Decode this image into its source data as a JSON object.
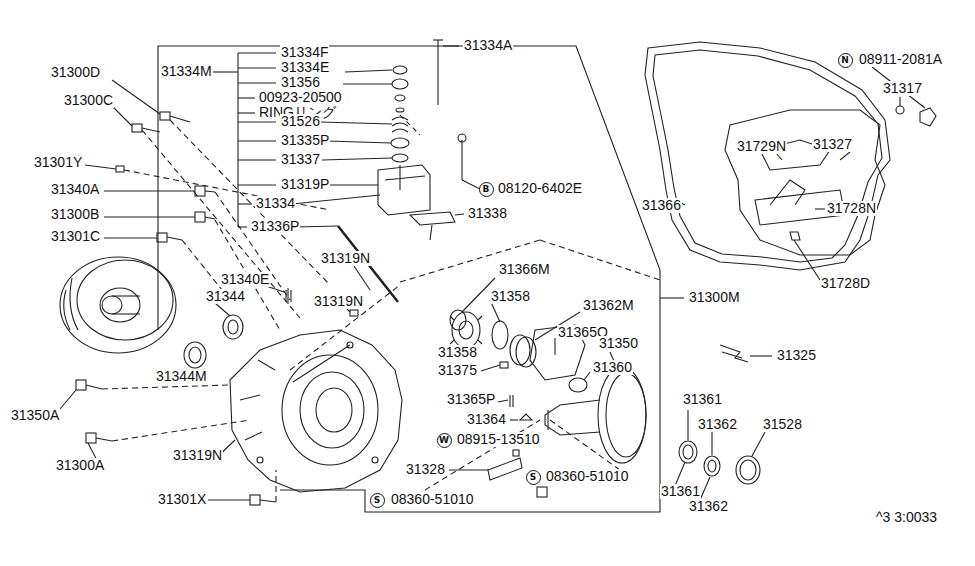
{
  "diagram": {
    "nodes": [
      {
        "text": [
          "N"
        ]
      },
      {
        "text": [
          "B"
        ]
      },
      {
        "text": [
          "W"
        ]
      },
      {
        "text": [
          "S"
        ]
      },
      {
        "text": [
          "S"
        ]
      }
    ],
    "labels": [
      "31334F",
      "31334M",
      "31334E",
      "31356",
      "00923-20500",
      "RINGリング",
      "31334A",
      "31300D",
      "31300C",
      "31526",
      "31335P",
      "31337",
      "31301Y",
      "31319P",
      "08120-6402E",
      "31340A",
      "31334",
      "31338",
      "31300B",
      "31336P",
      "31301C",
      "31319N",
      "31366M",
      "31340E",
      "31344",
      "31358",
      "31319N",
      "31300M",
      "31362M",
      "31365Q",
      "31350",
      "31358",
      "31325",
      "31375",
      "31360",
      "31344M",
      "31365P",
      "31361",
      "31350A",
      "31364",
      "31362",
      "31528",
      "08915-13510",
      "31319N",
      "31300A",
      "31328",
      "08360-51010",
      "31361",
      "31362",
      "08360-51010",
      "31301X",
      "08911-2081A",
      "31317",
      "31366",
      "31729N",
      "31327",
      "31728N",
      "31728D",
      "^3 3:0033"
    ]
  }
}
